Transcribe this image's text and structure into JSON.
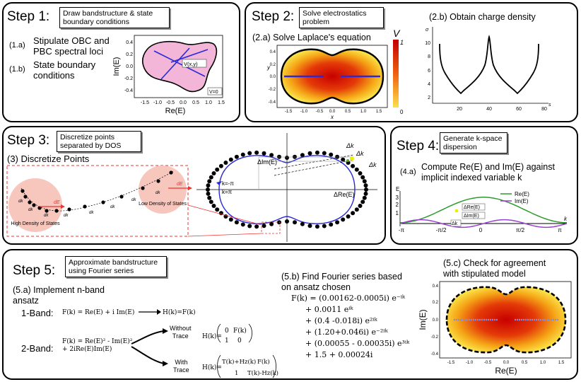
{
  "step1": {
    "title": "Step 1:",
    "box": "Draw bandstructure & state\nboundary conditions",
    "item_a_num": "(1.a)",
    "item_a": "Stipulate OBC and\nPBC spectral loci",
    "item_b_num": "(1.b)",
    "item_b": "State boundary\nconditions",
    "ylabel": "Im(E)",
    "xlabel": "Re(E)",
    "xticks": [
      "-1.5",
      "-1.0",
      "-0.5",
      "0.0",
      "0.5",
      "1.0",
      "1.5"
    ],
    "yticks": [
      "0.4",
      "0.2",
      "0.0",
      "-0.2",
      "-0.4"
    ],
    "vlabel": "V(x,y)",
    "v0label": "V=0"
  },
  "step2": {
    "title": "Step 2:",
    "box": "Solve electrostatics\nproblem",
    "a_label": "(2.a) Solve Laplace's equation",
    "b_label": "(2.b) Obtain charge density",
    "colorbar_title": "V",
    "colorbar_max": "1",
    "colorbar_min": "0",
    "xlabel": "x",
    "ylabel": "y",
    "xticks": [
      "-1.5",
      "-1.0",
      "-0.5",
      "0.0",
      "0.5",
      "1.0",
      "1.5"
    ],
    "yticks": [
      "0.4",
      "0.2",
      "0.0",
      "-0.2",
      "-0.4"
    ],
    "sigma_label": "σ",
    "s_label": "s",
    "sigma_xticks": [
      "20",
      "40",
      "60",
      "80"
    ],
    "sigma_yticks": [
      "10",
      "8",
      "6",
      "4",
      "2"
    ]
  },
  "step3": {
    "title": "Step 3:",
    "box": "Discretize points\nseparated by DOS",
    "sub_label": "(3) Discretize Points",
    "high_dos": "High Density\nof States",
    "low_dos": "Low Density\nof States",
    "dE": "dE",
    "dk": "dk",
    "delta_im": "ΔIm(E)",
    "delta_re": "ΔRe(E)",
    "delta_k": "Δk",
    "k_minus_pi": "k=-π",
    "k_pi": "k=π"
  },
  "step4": {
    "title": "Step 4:",
    "box": "Generate k-space\ndispersion",
    "a_num": "(4.a)",
    "a_text": "Compute Re(E) and Im(E) against\nimplicit indexed variable k",
    "legend_re": "Re(E)",
    "legend_im": "Im(E)",
    "ylabel": "E",
    "xlabel": "k",
    "yticks": [
      "3",
      "2",
      "1"
    ],
    "xticks": [
      "-π",
      "-π/2",
      "0",
      "π/2",
      "π"
    ],
    "d_re": "ΔRe(E)",
    "d_im": "ΔIm(E)",
    "dk": "Δk",
    "colors": {
      "re": "#2e9a2e",
      "im": "#9b3fd4"
    }
  },
  "step5": {
    "title": "Step 5:",
    "box": "Approximate bandstructure\nusing Fourier series",
    "a_label": "(5.a) Implement n-band\nansatz",
    "one_band": "1-Band:",
    "one_band_F": "F(k) = Re(E) + i Im(E)",
    "one_band_H": "H(k)=F(k)",
    "two_band": "2-Band:",
    "two_band_F": "F(k) = Re(E)² - Im(E)²\n+ 2iRe(E)Im(E)",
    "without_trace": "Without\nTrace",
    "with_trace": "With\nTrace",
    "H_label": "H(k)=",
    "m1": [
      "0",
      "F(k)",
      "1",
      "0"
    ],
    "m2": [
      "T(k)+Hz(k)",
      "F(k)",
      "1",
      "T(k)-Hz(k)"
    ],
    "b_label": "(5.b) Find Fourier series based\non ansatz chosen",
    "fourier": [
      "F(k) = (0.00162-0.0005i) e⁻ⁱᵏ",
      "+ 0.0011 eⁱᵏ",
      "+ (0.4 -0.018i) e²ⁱᵏ",
      "+ (1.20+0.046i) e⁻²ⁱᵏ",
      "+ (0.00055 - 0.00035i) e³ⁱᵏ",
      "+ 1.5 + 0.00024i"
    ],
    "c_label": "(5.c) Check for agreement\nwith stipulated model",
    "ylabel": "Im(E)",
    "xlabel": "Re(E)",
    "xticks": [
      "-1.5",
      "-1.0",
      "-0.5",
      "0.0",
      "0.5",
      "1.0",
      "1.5"
    ],
    "yticks": [
      "0.4",
      "0.2",
      "0.0",
      "-0.2",
      "-0.4"
    ]
  }
}
